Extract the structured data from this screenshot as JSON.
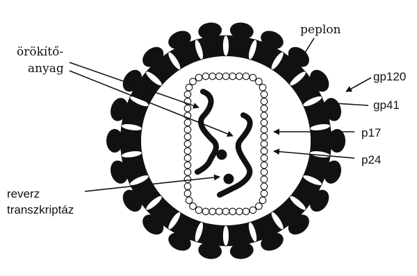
{
  "labels": {
    "peplon": "peplon",
    "genetic_material_line1": "örökítő-",
    "genetic_material_line2": "anyag",
    "gp120": "gp120",
    "gp41": "gp41",
    "p17": "p17",
    "p24": "p24",
    "reverse_transcriptase_line1": "reverz",
    "reverse_transcriptase_line2": "transzkriptáz"
  },
  "colors": {
    "ink": "#111111",
    "background": "#ffffff"
  }
}
